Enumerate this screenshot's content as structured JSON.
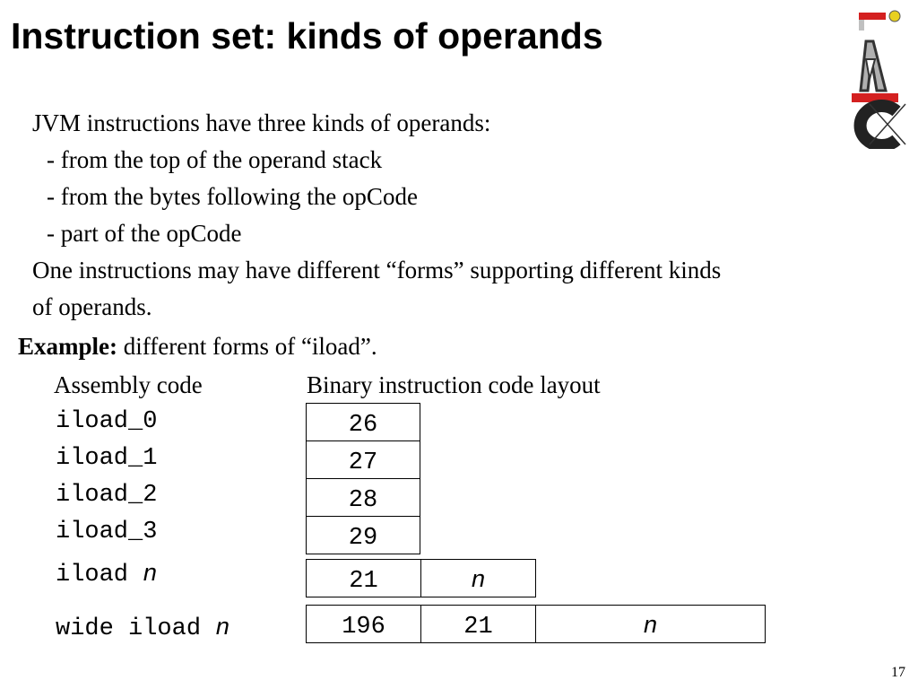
{
  "slide": {
    "title": "Instruction set: kinds of operands",
    "lines": [
      "JVM instructions have three kinds of operands:",
      "- from the top of the operand stack",
      "- from the bytes following the opCode",
      "- part of the opCode",
      "One instructions may have different “forms” supporting different kinds",
      "of operands."
    ],
    "example": {
      "label": "Example:",
      "text": " different forms of “iload”."
    },
    "headers": {
      "assembly": "Assembly code",
      "binary": "Binary instruction code layout"
    },
    "rows": [
      {
        "asm": "iload_0",
        "cells": [
          "26"
        ]
      },
      {
        "asm": "iload_1",
        "cells": [
          "27"
        ]
      },
      {
        "asm": "iload_2",
        "cells": [
          "28"
        ]
      },
      {
        "asm": "iload_3",
        "cells": [
          "29"
        ]
      },
      {
        "asm": "iload ",
        "asm_var": "n",
        "cells": [
          "21",
          "n"
        ]
      },
      {
        "asm": "wide iload ",
        "asm_var": "n",
        "cells": [
          "196",
          "21",
          "n"
        ]
      }
    ],
    "page_number": "17",
    "logo": "IAIC"
  }
}
